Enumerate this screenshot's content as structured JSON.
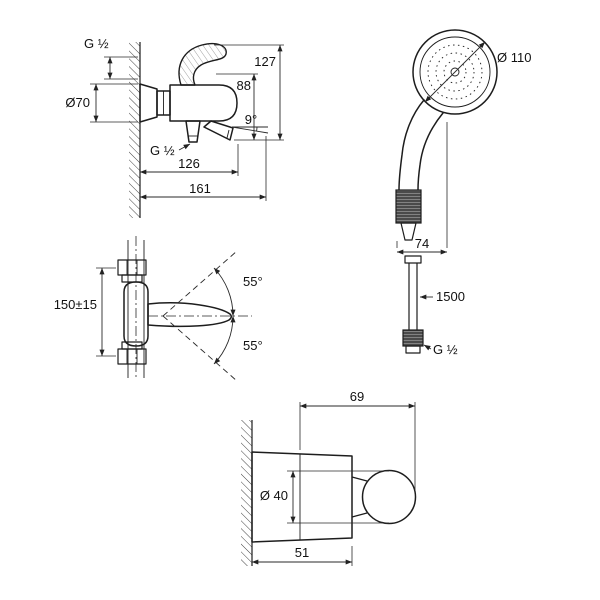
{
  "drawing": {
    "background": "#ffffff",
    "line_color": "#1d1d1d"
  },
  "side_view": {
    "thread_top": "G ½",
    "escutcheon_diameter": "Ø70",
    "height_total": "127",
    "height_spout": "88",
    "spout_angle": "9°",
    "thread_outlet": "G ½",
    "projection_spout": "126",
    "projection_total": "161"
  },
  "front_view": {
    "connection_span": "150±15",
    "swivel_upper": "55°",
    "swivel_lower": "55°"
  },
  "hand_shower": {
    "head_diameter": "Ø 110",
    "head_depth": "74"
  },
  "hose": {
    "length": "1500",
    "thread": "G ½"
  },
  "holder": {
    "depth": "69",
    "knob_diameter": "Ø 40",
    "base_depth": "51"
  }
}
